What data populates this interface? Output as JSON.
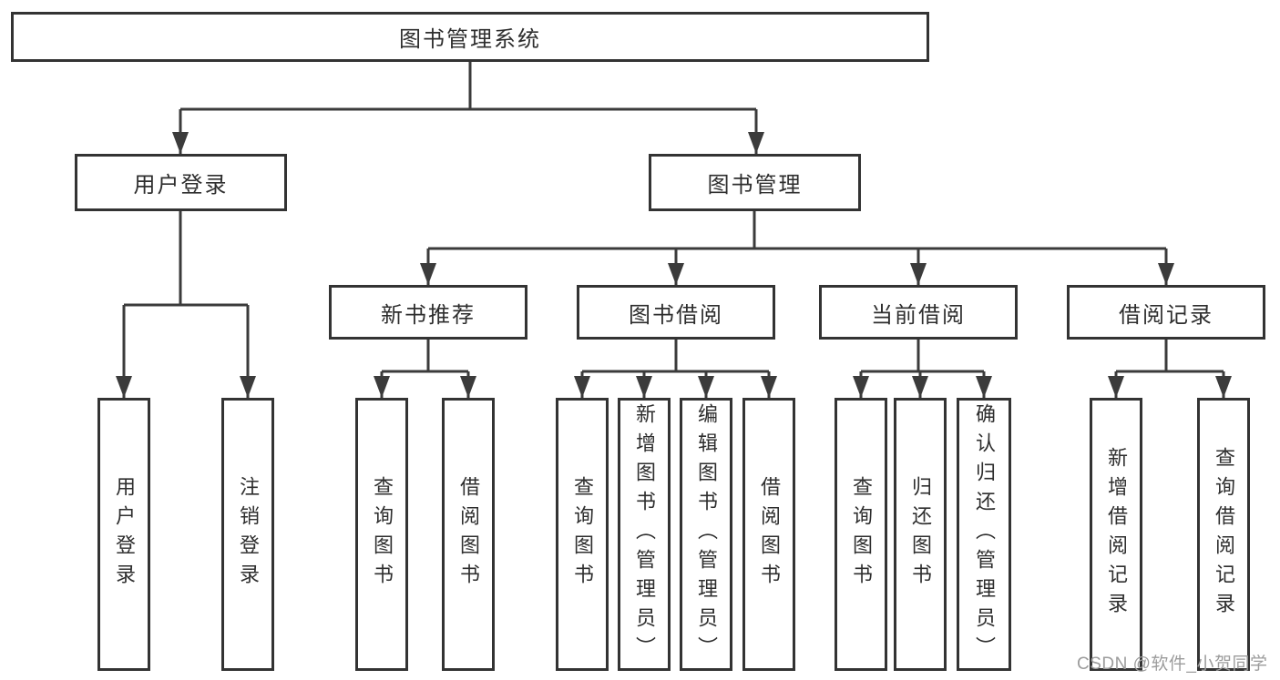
{
  "diagram": {
    "root": {
      "label": "图书管理系统"
    },
    "level2": [
      {
        "label": "用户登录"
      },
      {
        "label": "图书管理"
      }
    ],
    "level3": [
      {
        "label": "新书推荐",
        "parent": "图书管理"
      },
      {
        "label": "图书借阅",
        "parent": "图书管理"
      },
      {
        "label": "当前借阅",
        "parent": "图书管理"
      },
      {
        "label": "借阅记录",
        "parent": "图书管理"
      }
    ],
    "leaves": [
      {
        "label": "用户登录",
        "parent": "用户登录"
      },
      {
        "label": "注销登录",
        "parent": "用户登录"
      },
      {
        "label": "查询图书",
        "parent": "新书推荐"
      },
      {
        "label": "借阅图书",
        "parent": "新书推荐"
      },
      {
        "label": "查询图书",
        "parent": "图书借阅"
      },
      {
        "label": "新增图书（管理员）",
        "parent": "图书借阅"
      },
      {
        "label": "编辑图书（管理员）",
        "parent": "图书借阅"
      },
      {
        "label": "借阅图书",
        "parent": "图书借阅"
      },
      {
        "label": "查询图书",
        "parent": "当前借阅"
      },
      {
        "label": "归还图书",
        "parent": "当前借阅"
      },
      {
        "label": "确认归还（管理员）",
        "parent": "当前借阅"
      },
      {
        "label": "新增借阅记录",
        "parent": "借阅记录"
      },
      {
        "label": "查询借阅记录",
        "parent": "借阅记录"
      }
    ]
  },
  "watermark": {
    "text": "CSDN @软件_小贺同学"
  },
  "colors": {
    "line": "#3b3b3b",
    "border": "#333333",
    "text": "#2e2e2e",
    "watermark": "#9c9c9c",
    "background": "#ffffff"
  }
}
